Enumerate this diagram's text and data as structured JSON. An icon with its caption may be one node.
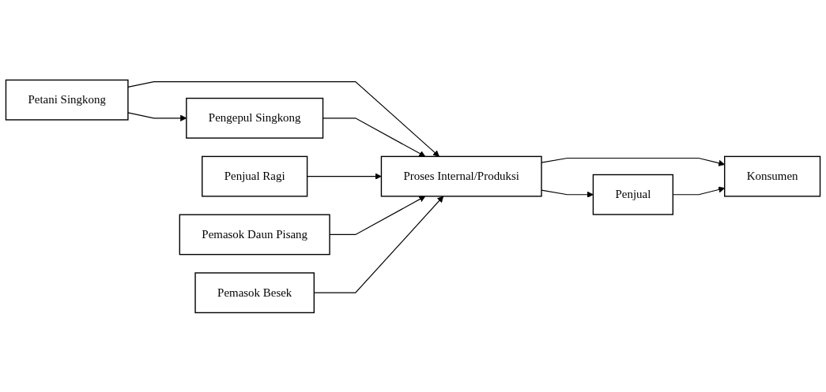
{
  "diagram": {
    "nodes": [
      {
        "text": [
          "Petani Singkong"
        ]
      },
      {
        "text": [
          "Pengepul Singkong"
        ]
      },
      {
        "text": [
          "Penjual Ragi"
        ]
      },
      {
        "text": [
          "Pemasok Daun Pisang"
        ]
      },
      {
        "text": [
          "Pemasok Besek"
        ]
      },
      {
        "text": [
          "Proses Internal/Produksi"
        ]
      },
      {
        "text": [
          "Penjual"
        ]
      },
      {
        "text": [
          "Konsumen"
        ]
      }
    ],
    "edges": [
      {
        "from": 0,
        "to": 1,
        "arrow": "to"
      },
      {
        "from": 0,
        "to": 5,
        "arrow": "to"
      },
      {
        "from": 1,
        "to": 5,
        "arrow": "to"
      },
      {
        "from": 2,
        "to": 5,
        "arrow": "to"
      },
      {
        "from": 3,
        "to": 5,
        "arrow": "to"
      },
      {
        "from": 4,
        "to": 5,
        "arrow": "to"
      },
      {
        "from": 5,
        "to": 6,
        "arrow": "to"
      },
      {
        "from": 5,
        "to": 7,
        "arrow": "to"
      },
      {
        "from": 6,
        "to": 7,
        "arrow": "to"
      }
    ]
  }
}
